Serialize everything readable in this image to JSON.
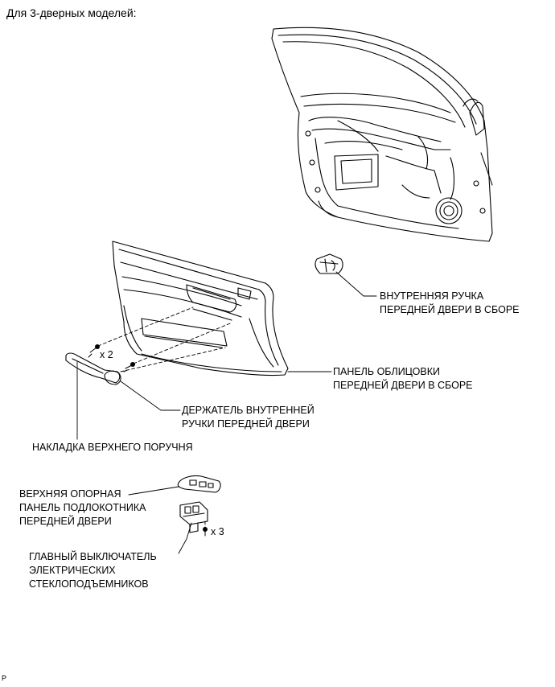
{
  "heading": "Для 3-дверных моделей:",
  "corner_mark": "P",
  "labels": {
    "inner_handle": [
      "ВНУТРЕННЯЯ РУЧКА",
      "ПЕРЕДНЕЙ ДВЕРИ В СБОРЕ"
    ],
    "trim_panel": [
      "ПАНЕЛЬ ОБЛИЦОВКИ",
      "ПЕРЕДНЕЙ ДВЕРИ В СБОРЕ"
    ],
    "handle_holder": [
      "ДЕРЖАТЕЛЬ ВНУТРЕННЕЙ",
      "РУЧКИ ПЕРЕДНЕЙ ДВЕРИ"
    ],
    "armrest_cover": [
      "НАКЛАДКА ВЕРХНЕГО ПОРУЧНЯ"
    ],
    "armrest_base": [
      "ВЕРХНЯЯ ОПОРНАЯ",
      "ПАНЕЛЬ ПОДЛОКОТНИКА",
      "ПЕРЕДНЕЙ ДВЕРИ"
    ],
    "window_switch": [
      "ГЛАВНЫЙ ВЫКЛЮЧАТЕЛЬ",
      "ЭЛЕКТРИЧЕСКИХ",
      "СТЕКЛОПОДЪЕМНИКОВ"
    ]
  },
  "quantities": {
    "panel_screws": "x 2",
    "switch_screws": "x 3"
  }
}
